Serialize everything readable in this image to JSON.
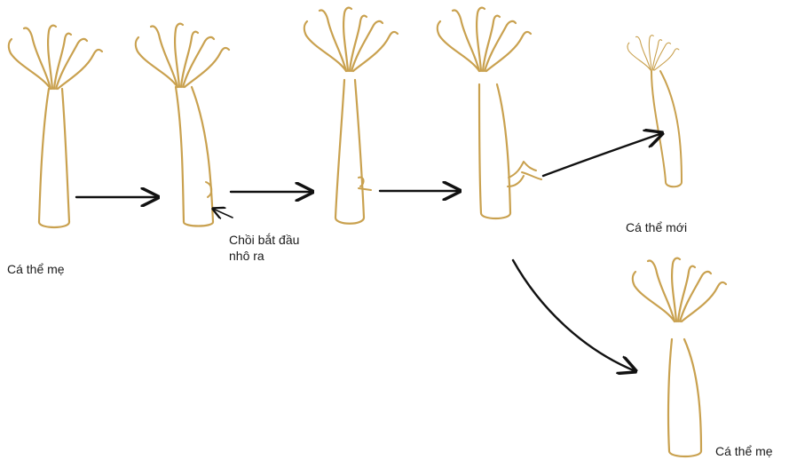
{
  "labels": {
    "parent": "Cá thể mẹ",
    "bud_start_line1": "Chồi bắt đầu",
    "bud_start_line2": "nhô ra",
    "new_individual": "Cá thể mới",
    "parent_after": "Cá thể mẹ"
  },
  "colors": {
    "outline": "#c9a14f",
    "arrow": "#111111",
    "text": "#1a1a1a"
  }
}
